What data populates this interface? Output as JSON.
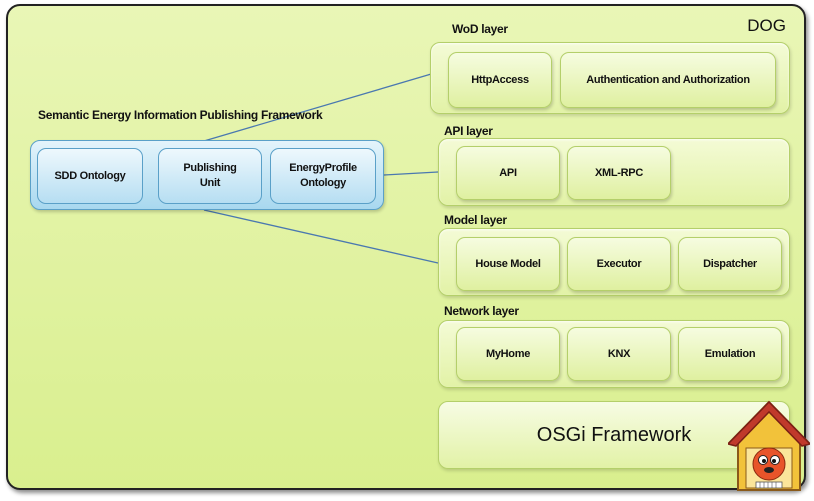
{
  "system": {
    "label": "DOG"
  },
  "layers": {
    "wod": {
      "title": "WoD layer",
      "components": [
        "HttpAccess",
        "Authentication and Authorization"
      ]
    },
    "api": {
      "title": "API layer",
      "components": [
        "API",
        "XML-RPC"
      ]
    },
    "model": {
      "title": "Model layer",
      "components": [
        "House Model",
        "Executor",
        "Dispatcher"
      ]
    },
    "network": {
      "title": "Network layer",
      "components": [
        "MyHome",
        "KNX",
        "Emulation"
      ]
    }
  },
  "osgi": {
    "label": "OSGi Framework"
  },
  "framework": {
    "title": "Semantic Energy  Information Publishing Framework",
    "components": [
      "SDD Ontology",
      "Publishing\nUnit",
      "EnergyProfile\nOntology"
    ]
  },
  "colors": {
    "layer_fill": "#e2f2a6",
    "framework_fill": "#a8d8ef",
    "connector": "#4a78b0"
  },
  "icons": {
    "mascot": "dog-house-mascot-icon"
  }
}
